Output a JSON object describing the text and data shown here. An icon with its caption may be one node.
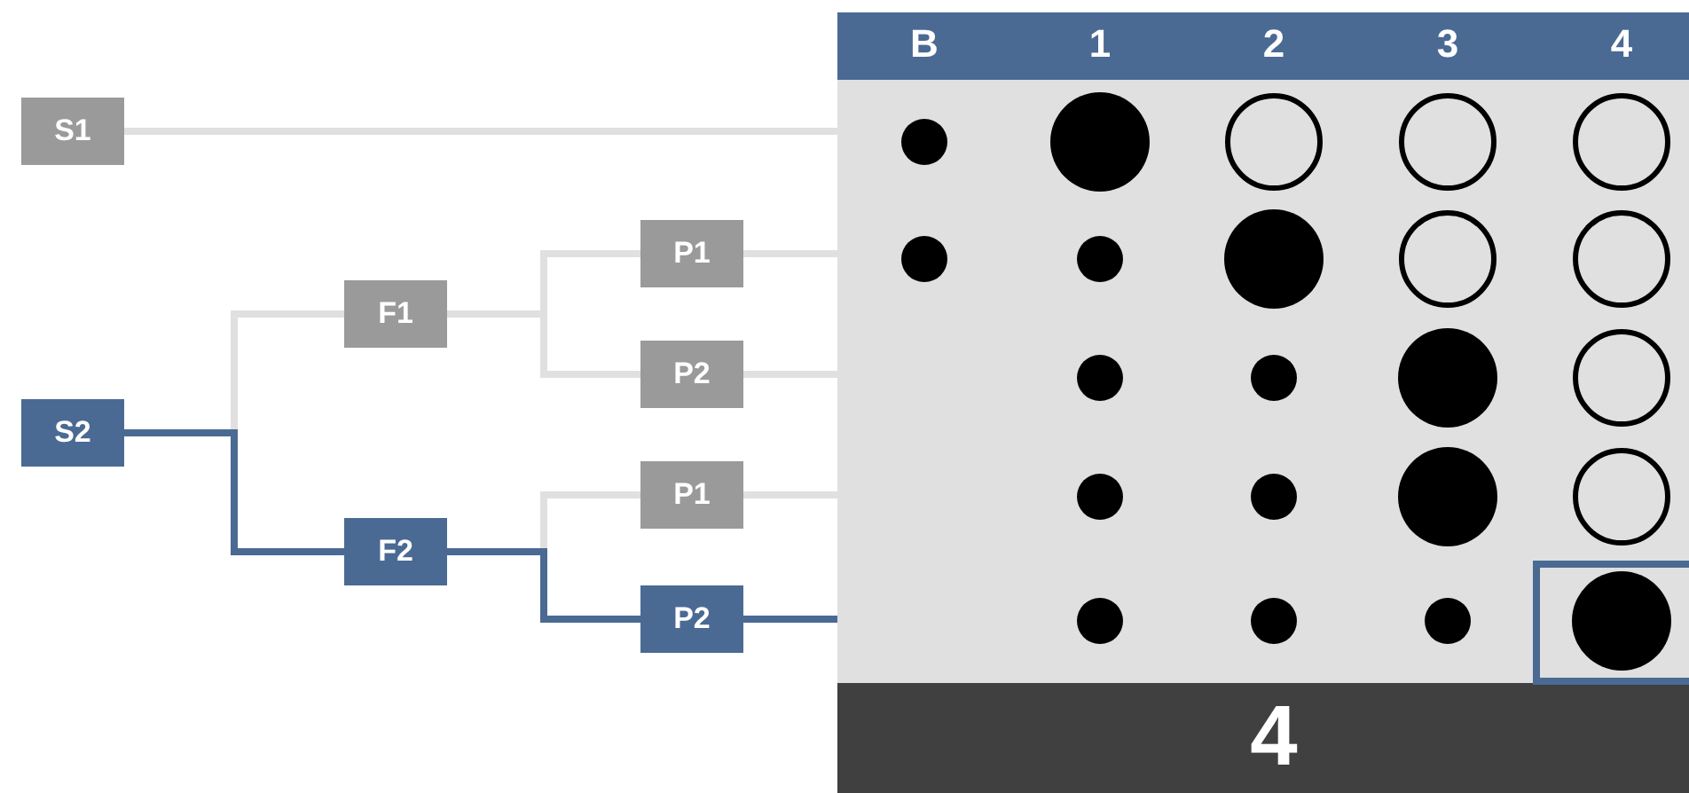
{
  "diagram": {
    "nodes": [
      {
        "text": [
          "S1"
        ]
      },
      {
        "text": [
          "S2"
        ]
      },
      {
        "text": [
          "F1"
        ]
      },
      {
        "text": [
          "F2"
        ]
      },
      {
        "text": [
          "P1"
        ]
      },
      {
        "text": [
          "P2"
        ]
      },
      {
        "text": [
          "P1"
        ]
      },
      {
        "text": [
          "P2"
        ]
      }
    ],
    "edges": [
      {
        "from": 0,
        "to": null,
        "arrow": "none"
      },
      {
        "from": 1,
        "to": 2,
        "arrow": "none"
      },
      {
        "from": 1,
        "to": 3,
        "arrow": "none",
        "color": "#4a6a94"
      },
      {
        "from": 2,
        "to": 4,
        "arrow": "none"
      },
      {
        "from": 2,
        "to": 5,
        "arrow": "none"
      },
      {
        "from": 3,
        "to": 6,
        "arrow": "none"
      },
      {
        "from": 3,
        "to": 7,
        "arrow": "none",
        "color": "#4a6a94"
      },
      {
        "from": 4,
        "to": null,
        "arrow": "none"
      },
      {
        "from": 5,
        "to": null,
        "arrow": "none"
      },
      {
        "from": 6,
        "to": null,
        "arrow": "none"
      },
      {
        "from": 7,
        "to": null,
        "arrow": "none",
        "color": "#4a6a94"
      }
    ],
    "labels": [
      "B",
      "1",
      "2",
      "3",
      "4",
      "4"
    ]
  }
}
